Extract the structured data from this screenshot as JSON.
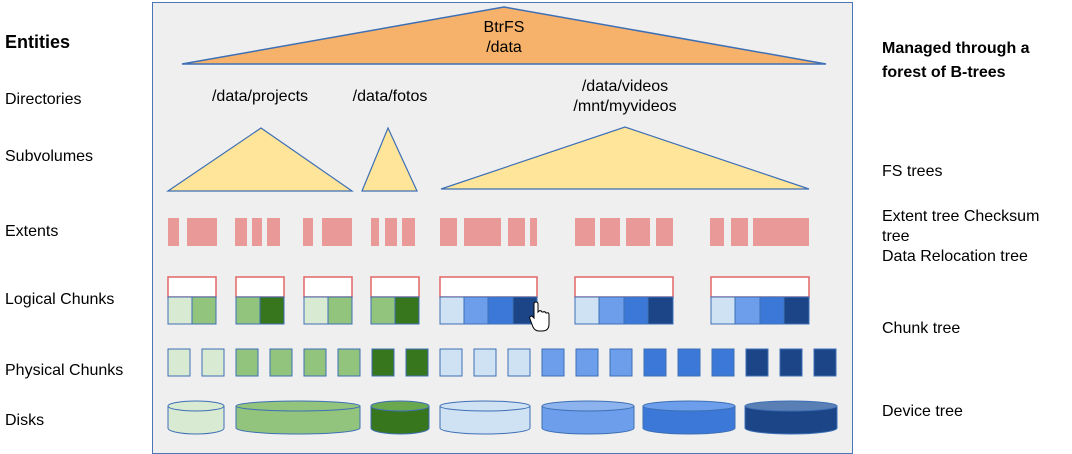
{
  "left_labels": {
    "heading": "Entities",
    "directories": "Directories",
    "subvolumes": "Subvolumes",
    "extents": "Extents",
    "logical_chunks": "Logical Chunks",
    "physical_chunks": "Physical Chunks",
    "disks": "Disks"
  },
  "right_labels": {
    "heading_line1": "Managed through a",
    "heading_line2": "forest of B-trees",
    "fs_trees": "FS trees",
    "extent_tree_line1": "Extent tree Checksum",
    "extent_tree_line2": "tree",
    "data_relocation": "Data Relocation tree",
    "chunk_tree": "Chunk tree",
    "device_tree": "Device tree"
  },
  "top": {
    "line1": "BtrFS",
    "line2": "/data"
  },
  "directories": {
    "projects": "/data/projects",
    "fotos": "/data/fotos",
    "videos_line1": "/data/videos",
    "videos_line2": "/mnt/myvideos"
  },
  "colors": {
    "orange": "#f6b26b",
    "yellow": "#ffe599",
    "extent": "#ea9999",
    "red_outline": "#e06666",
    "green_light": "#d9ead3",
    "green_mid": "#93c47d",
    "green_dark": "#38761d",
    "blue_light": "#cfe2f3",
    "blue_mid": "#6d9eeb",
    "blue_mid2": "#3c78d8",
    "blue_dark": "#1c4587"
  },
  "cursor_icon": "pointer-hand-icon"
}
